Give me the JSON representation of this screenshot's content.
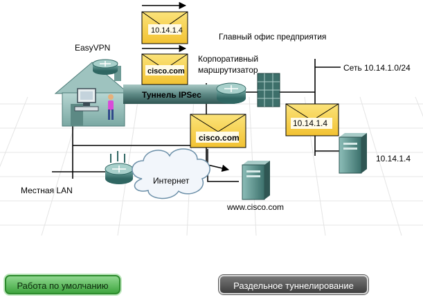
{
  "labels": {
    "easyvpn": "EasyVPN",
    "main_office": "Главный офис предприятия",
    "corp_router_line1": "Корпоративный",
    "corp_router_line2": "маршрутизатор",
    "network": "Сеть 10.14.1.0/24",
    "tunnel": "Туннель IPSec",
    "local_lan": "Местная LAN",
    "internet": "Интернет",
    "cisco_site": "www.cisco.com",
    "server_ip": "10.14.1.4"
  },
  "envelopes": {
    "top": "10.14.1.4",
    "middle": "cisco.com",
    "center": "cisco.com",
    "right": "10.14.1.4"
  },
  "buttons": {
    "default_label": "Работа по умолчанию",
    "split_label": "Раздельное туннелирование"
  },
  "colors": {
    "envelope_fill": "#f7d34a",
    "tunnel": "#5e8a86",
    "device": "#4f8f8a",
    "default_button": "#4caf50",
    "split_button": "#555555"
  }
}
